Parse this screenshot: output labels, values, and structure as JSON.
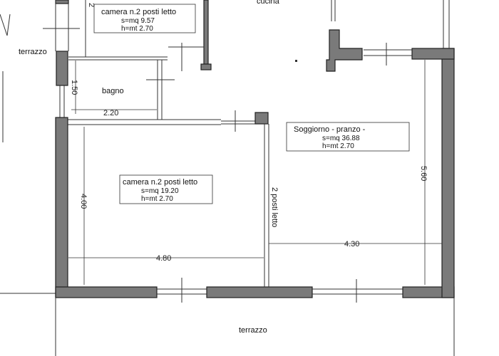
{
  "rooms": {
    "kitchen": {
      "name": "cucina"
    },
    "bedroom_small": {
      "name": "camera n.2 posti letto",
      "area": "s=mq 9.57",
      "height": "h=mt  2.70"
    },
    "bathroom": {
      "name": "bagno"
    },
    "bedroom_large": {
      "name": "camera n.2 posti letto",
      "area": "s=mq 19.20",
      "height": "h=mt  2.70"
    },
    "living": {
      "name": "Soggiorno - pranzo -",
      "area": "s=mq 36.88",
      "height": "h=mt  2.70"
    },
    "sofa_bed": {
      "name": "2 posti letto"
    },
    "terrace_left": {
      "name": "terrazzo"
    },
    "terrace_bottom": {
      "name": "terrazzo"
    }
  },
  "dimensions": {
    "top_left": "2",
    "bath_height": "1.50",
    "bath_width": "2.20",
    "bedroom_height": "4.00",
    "bedroom_width": "4.80",
    "living_width": "4.30",
    "living_height": "5.60"
  }
}
